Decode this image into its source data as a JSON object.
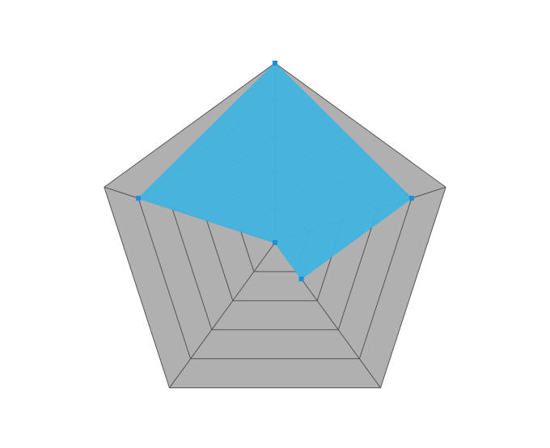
{
  "chart_data": {
    "type": "radar",
    "title": "",
    "axes": [
      "",
      "",
      "",
      "",
      ""
    ],
    "range": [
      0,
      100
    ],
    "levels": 5,
    "series": [
      {
        "name": "",
        "values": [
          100,
          80,
          25,
          0,
          80
        ]
      }
    ],
    "colors": {
      "grid_fill": "#b0b0b0",
      "grid_line": "#555555",
      "series_fill": "#42b4df",
      "series_point": "#1a90d8"
    },
    "legend": "none"
  }
}
